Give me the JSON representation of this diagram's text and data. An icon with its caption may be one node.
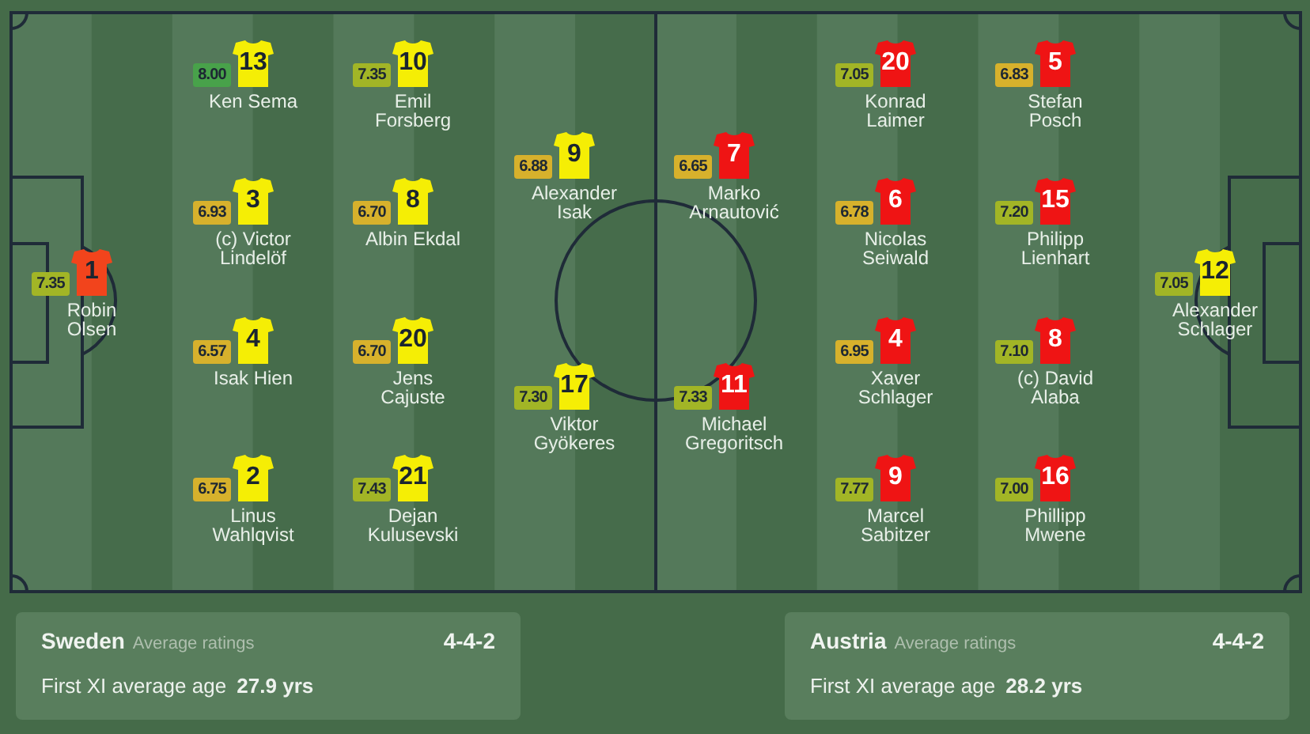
{
  "diagram": {
    "nodes": [
      {
        "text": [
          "1"
        ],
        "beside": [
          "7.35",
          "Robin Olsen"
        ]
      },
      {
        "text": [
          "13"
        ],
        "beside": [
          "8.00",
          "Ken Sema"
        ]
      },
      {
        "text": [
          "3"
        ],
        "beside": [
          "6.93",
          "(c) Victor Lindelöf"
        ]
      },
      {
        "text": [
          "4"
        ],
        "beside": [
          "6.57",
          "Isak Hien"
        ]
      },
      {
        "text": [
          "2"
        ],
        "beside": [
          "6.75",
          "Linus Wahlqvist"
        ]
      },
      {
        "text": [
          "10"
        ],
        "beside": [
          "7.35",
          "Emil Forsberg"
        ]
      },
      {
        "text": [
          "8"
        ],
        "beside": [
          "6.70",
          "Albin Ekdal"
        ]
      },
      {
        "text": [
          "20"
        ],
        "beside": [
          "6.70",
          "Jens Cajuste"
        ]
      },
      {
        "text": [
          "21"
        ],
        "beside": [
          "7.43",
          "Dejan Kulusevski"
        ]
      },
      {
        "text": [
          "9"
        ],
        "beside": [
          "6.88",
          "Alexander Isak"
        ]
      },
      {
        "text": [
          "17"
        ],
        "beside": [
          "7.30",
          "Viktor Gyökeres"
        ]
      },
      {
        "text": [
          "7"
        ],
        "beside": [
          "6.65",
          "Marko Arnautović"
        ]
      },
      {
        "text": [
          "11"
        ],
        "beside": [
          "7.33",
          "Michael Gregoritsch"
        ]
      },
      {
        "text": [
          "20"
        ],
        "beside": [
          "7.05",
          "Konrad Laimer"
        ]
      },
      {
        "text": [
          "6"
        ],
        "beside": [
          "6.78",
          "Nicolas Seiwald"
        ]
      },
      {
        "text": [
          "4"
        ],
        "beside": [
          "6.95",
          "Xaver Schlager"
        ]
      },
      {
        "text": [
          "9"
        ],
        "beside": [
          "7.77",
          "Marcel Sabitzer"
        ]
      },
      {
        "text": [
          "5"
        ],
        "beside": [
          "6.83",
          "Stefan Posch"
        ]
      },
      {
        "text": [
          "15"
        ],
        "beside": [
          "7.20",
          "Philipp Lienhart"
        ]
      },
      {
        "text": [
          "8"
        ],
        "beside": [
          "7.10",
          "(c) David Alaba"
        ]
      },
      {
        "text": [
          "16"
        ],
        "beside": [
          "7.00",
          "Phillipp Mwene"
        ]
      },
      {
        "text": [
          "12"
        ],
        "beside": [
          "7.05",
          "Alexander Schlager"
        ]
      },
      {
        "text": [
          "Sweden",
          "Average ratings",
          "4-4-2",
          "First XI average age **27.9 yrs**"
        ]
      },
      {
        "text": [
          "Austria",
          "Average ratings",
          "4-4-2",
          "First XI average age **28.2 yrs**"
        ]
      }
    ],
    "edges": []
  }
}
